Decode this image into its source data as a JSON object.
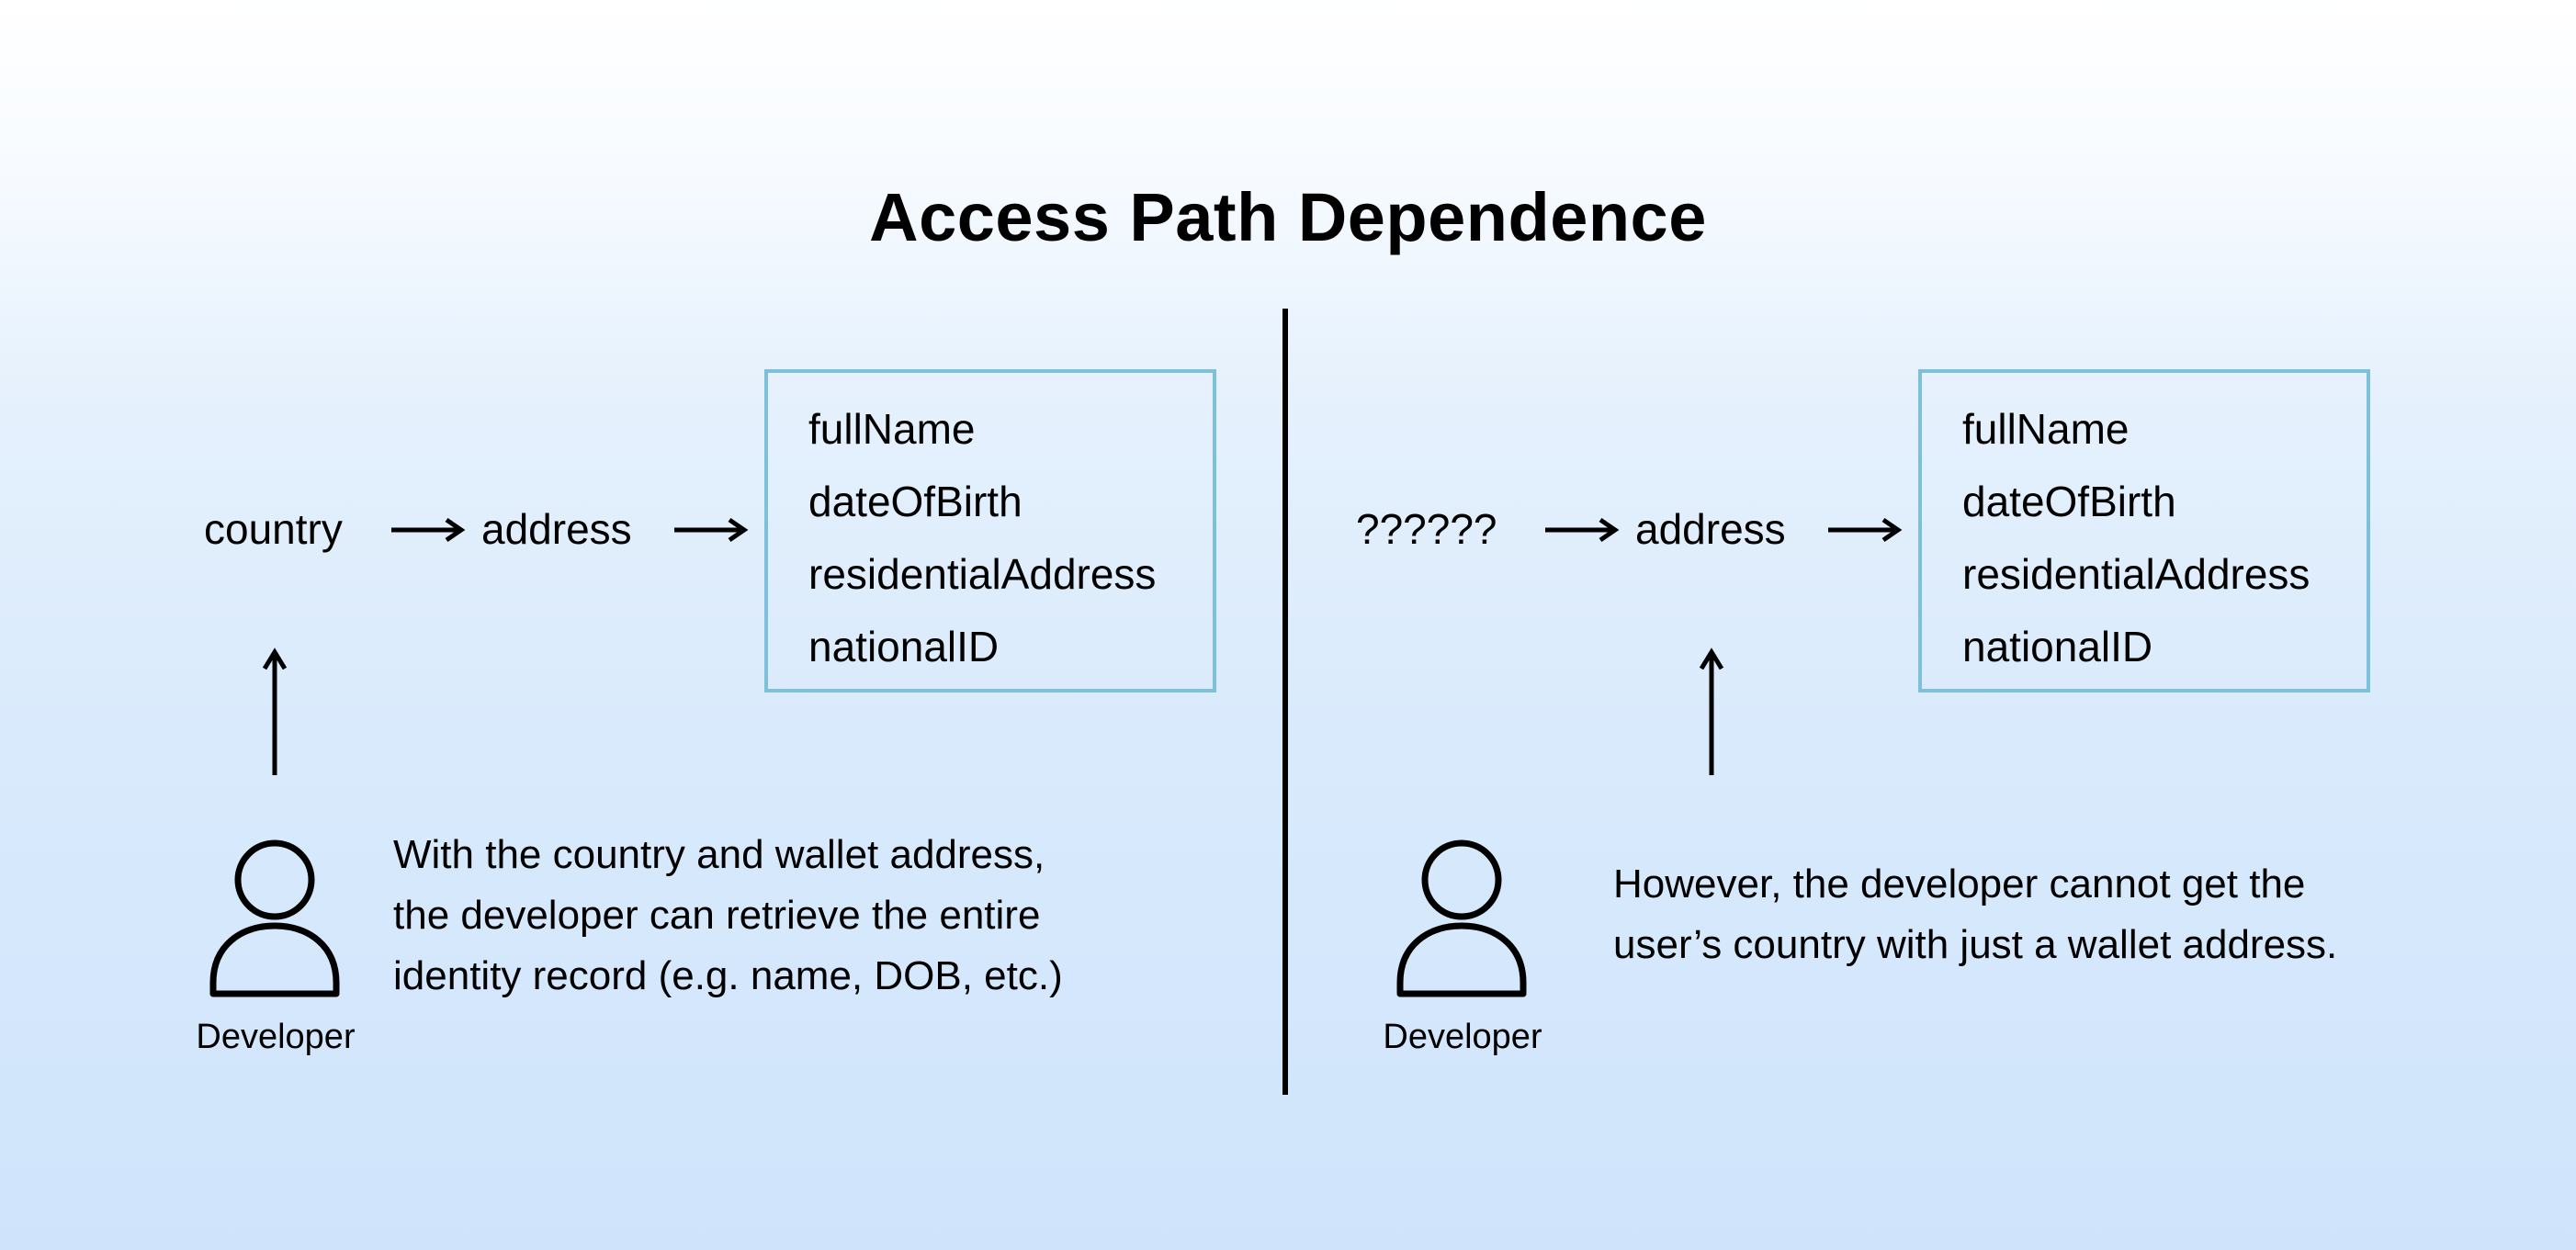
{
  "title": "Access Path Dependence",
  "left_panel": {
    "source_key": "country",
    "middle_key": "address",
    "record_fields": [
      "fullName",
      "dateOfBirth",
      "residentialAddress",
      "nationalID"
    ],
    "actor_label": "Developer",
    "description_lines": [
      "With the country and wallet address,",
      "the developer can retrieve the entire",
      "identity record (e.g. name, DOB, etc.)"
    ]
  },
  "right_panel": {
    "source_key": "??????",
    "middle_key": "address",
    "record_fields": [
      "fullName",
      "dateOfBirth",
      "residentialAddress",
      "nationalID"
    ],
    "actor_label": "Developer",
    "description_lines": [
      "However, the developer cannot get the",
      "user’s country with just a wallet address."
    ]
  },
  "icons": {
    "actor": "user-icon",
    "flow": "arrow-right-icon",
    "access": "arrow-up-icon"
  },
  "colors": {
    "record_border": "#7cc0da",
    "text": "#000000"
  }
}
